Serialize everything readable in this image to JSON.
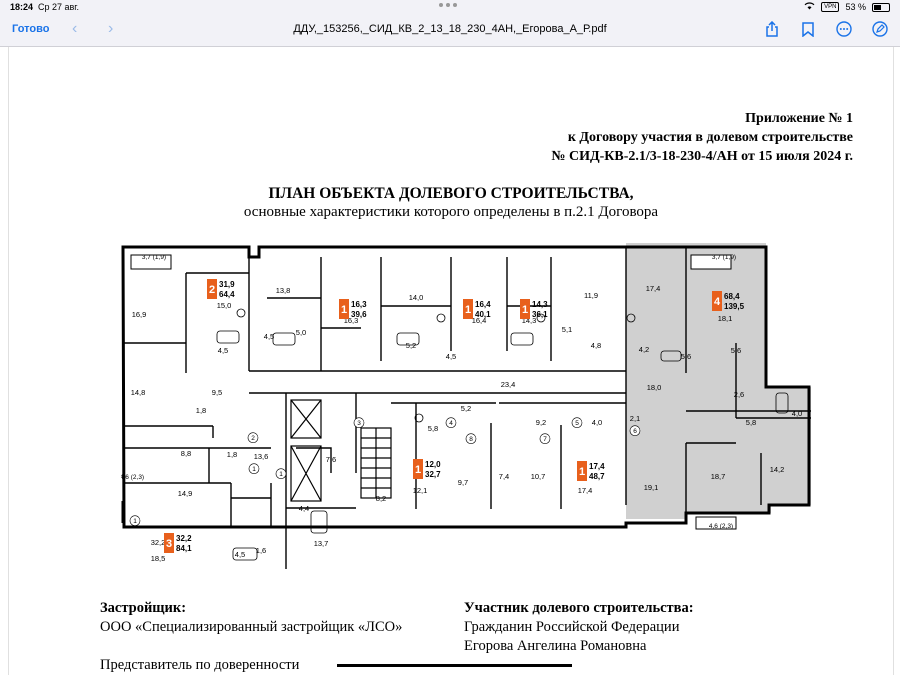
{
  "status": {
    "time": "18:24",
    "date": "Ср 27 авг.",
    "vpn": "VPN",
    "battery": "53 %"
  },
  "nav": {
    "done": "Готово",
    "title": "ДДУ,_153256,_СИД_КВ_2_13_18_230_4АН,_Егорова_А_Р.pdf"
  },
  "doc": {
    "appendix_line1": "Приложение № 1",
    "appendix_line2": "к Договору участия в долевом строительстве",
    "appendix_line3": "№ СИД-КВ-2.1/3-18-230-4/АН от 15 июля 2024 г.",
    "title": "ПЛАН ОБЪЕКТА ДОЛЕВОГО СТРОИТЕЛЬСТВА,",
    "subtitle": "основные характеристики которого определены в п.2.1 Договора",
    "developer_label": "Застройщик:",
    "developer_name": "ООО «Специализированный застройщик «ЛСО»",
    "participant_label": "Участник долевого строительства:",
    "participant_line1": "Гражданин Российской Федерации",
    "participant_line2": "Егорова Ангелина Романовна",
    "representative": "Представитель по доверенности"
  },
  "plan": {
    "badge_color": "#e8601c",
    "highlight_color": "#cfcfcf",
    "apartments": [
      {
        "num": "2",
        "area": "31,9",
        "total": "64,4"
      },
      {
        "num": "1",
        "area": "16,3",
        "total": "39,6"
      },
      {
        "num": "1",
        "area": "16,4",
        "total": "40,1"
      },
      {
        "num": "1",
        "area": "14,3",
        "total": "36,1"
      },
      {
        "num": "4",
        "area": "68,4",
        "total": "139,5"
      },
      {
        "num": "1",
        "area": "12,0",
        "total": "32,7"
      },
      {
        "num": "1",
        "area": "17,4",
        "total": "48,7"
      },
      {
        "num": "3",
        "area": "32,2",
        "total": "84,1"
      }
    ],
    "rooms": [
      "3,7 (1,9)",
      "16,9",
      "15,0",
      "13,8",
      "4,5",
      "5,0",
      "16,3",
      "14,0",
      "5,2",
      "4,5",
      "16,4",
      "14,3",
      "11,9",
      "5,1",
      "4,8",
      "17,4",
      "3,7 (1,9)",
      "18,1",
      "4,2",
      "5,6",
      "5,6",
      "4,5",
      "14,8",
      "9,5",
      "1,8",
      "23,4",
      "18,0",
      "2,6",
      "4,0",
      "5,2",
      "5,8",
      "9,2",
      "4,0",
      "2,1",
      "5,8",
      "8,8",
      "1,8",
      "13,6",
      "7,6",
      "4,6 (2,3)",
      "14,9",
      "8,2",
      "12,1",
      "9,7",
      "7,4",
      "10,7",
      "17,4",
      "19,1",
      "18,7",
      "14,2",
      "4,4",
      "32,2",
      "4,5",
      "1,6",
      "13,7",
      "18,5",
      "4,6 (2,3)"
    ],
    "nodes": [
      "1",
      "2",
      "3",
      "4",
      "5",
      "6",
      "7",
      "8",
      "1",
      "1"
    ]
  }
}
